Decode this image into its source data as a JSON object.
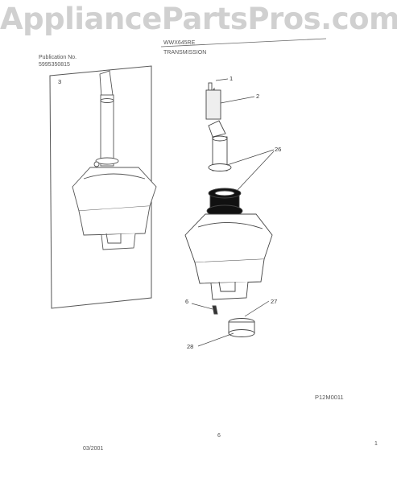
{
  "watermark": "AppliancePartsPros.com",
  "header": {
    "model": "WWX645RE",
    "publication_label": "Publication No.",
    "publication_number": "5995350815",
    "section_title": "TRANSMISSION"
  },
  "inset": {
    "label": "3"
  },
  "callouts": [
    "1",
    "2",
    "26",
    "6",
    "27",
    "28"
  ],
  "diagram_code": "P12M0011",
  "page_number": "6",
  "date": "03/2001",
  "footer_mark": "1"
}
